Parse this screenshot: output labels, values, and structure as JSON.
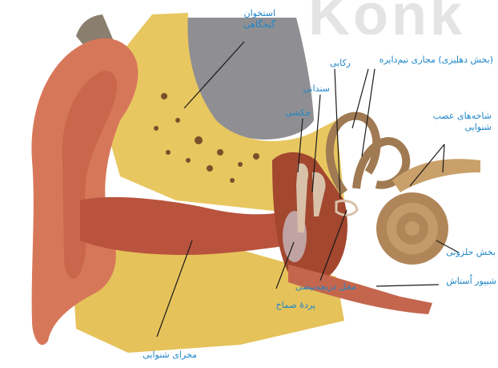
{
  "watermark": "Konk",
  "labels": {
    "temporal_bone": "استخوان گیجگاهی",
    "stapes": "رکابی",
    "incus": "سندانی",
    "malleus": "چکشی",
    "semicircular": "(بخش دهلیزی) مجاری نیم‌دایره",
    "auditory_nerve": "شاخه‌های عصب شنوایی",
    "cochlea": "بخش حلزونی",
    "eustachian": "شیپور اُستاش",
    "oval_window": "محل دریچه‌بیضی",
    "eardrum": "پردهٔ صماخ",
    "ear_canal": "مجرای شنوایی"
  },
  "colors": {
    "label": "#1f86c8",
    "skin": "#d7775a",
    "bone": "#e8c760",
    "flesh": "#b9533e"
  }
}
